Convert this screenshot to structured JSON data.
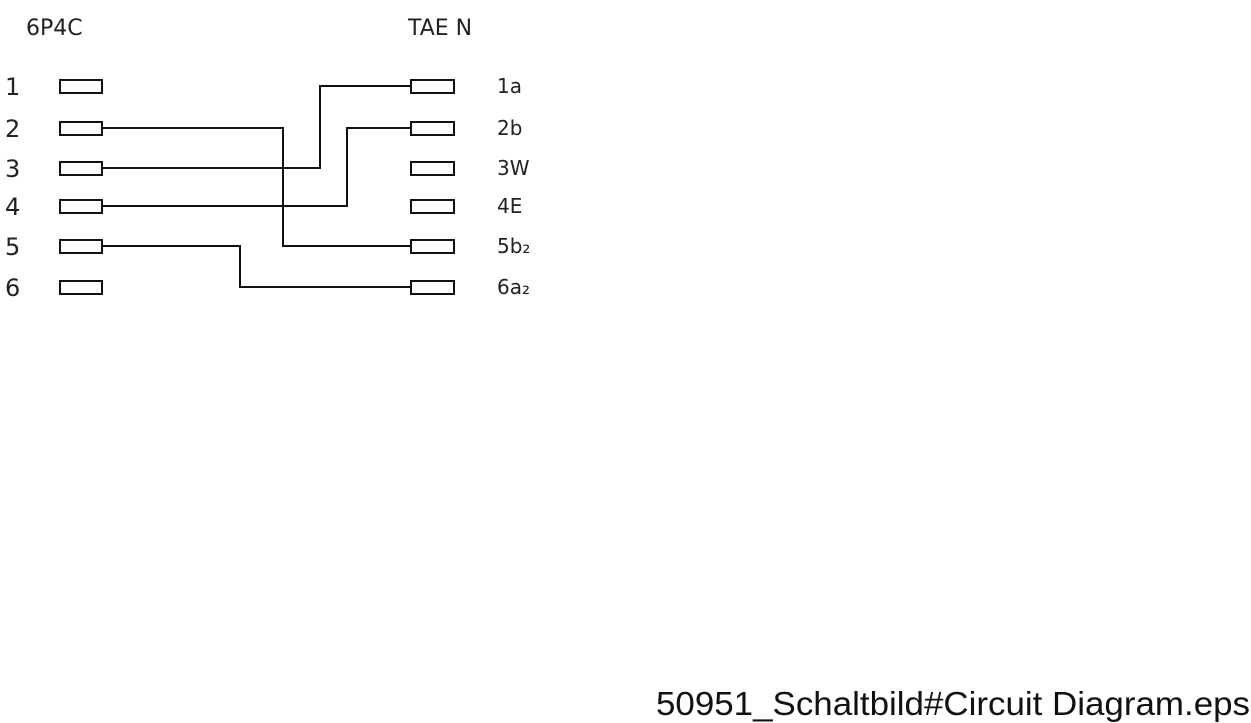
{
  "left_connector": {
    "title": "6P4C",
    "pins": [
      "1",
      "2",
      "3",
      "4",
      "5",
      "6"
    ]
  },
  "right_connector": {
    "title": "TAE N",
    "pins": [
      "1a",
      "2b",
      "3W",
      "4E",
      "5b₂",
      "6a₂"
    ]
  },
  "connections": [
    {
      "left": "3",
      "right": "1a"
    },
    {
      "left": "4",
      "right": "2b"
    },
    {
      "left": "2",
      "right": "5b₂"
    },
    {
      "left": "5",
      "right": "6a₂"
    }
  ],
  "caption": "50951_Schaltbild#Circuit Diagram.eps"
}
